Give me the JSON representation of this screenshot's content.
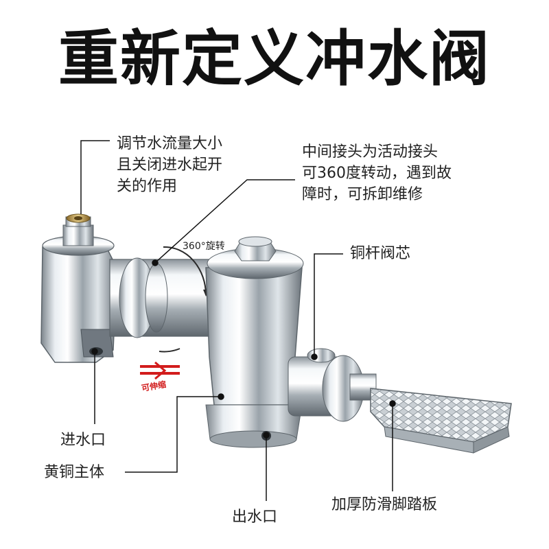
{
  "title": "重新定义冲水阀",
  "callouts": {
    "adjust": [
      "调节水流量大小",
      "且关闭进水起开",
      "关的作用"
    ],
    "joint": [
      "中间接头为活动接头",
      "可360度转动，遇到故",
      "障时，可拆卸维修"
    ],
    "core": "铜杆阀芯",
    "inlet": "进水口",
    "body": "黄铜主体",
    "outlet": "出水口",
    "pedal": "加厚防滑脚踏板"
  },
  "rotate_label": "360°旋转",
  "stretch_label": "可伸缩",
  "colors": {
    "accent": "#d21c1c",
    "line": "#111111"
  }
}
